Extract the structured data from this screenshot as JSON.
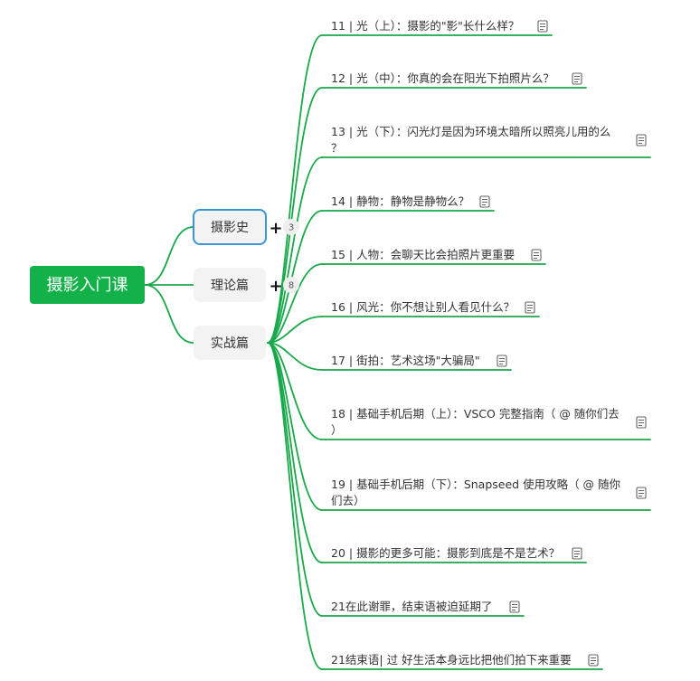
{
  "colors": {
    "branch": "#19a84a",
    "root_bg": "#13b14a",
    "mid_bg": "#f3f3f3",
    "selected_border": "#3b95d6",
    "text": "#333333"
  },
  "root": {
    "label": "摄影入门课"
  },
  "main_topics": [
    {
      "label": "摄影史",
      "collapsed": true,
      "child_count": "3",
      "selected": true
    },
    {
      "label": "理论篇",
      "collapsed": true,
      "child_count": "8",
      "selected": false
    },
    {
      "label": "实战篇",
      "collapsed": false,
      "child_count": "",
      "selected": false
    }
  ],
  "expand_icon": "plus-icon",
  "note_icon": "note-icon",
  "leaves": [
    {
      "lines": [
        "11 | 光（上）：摄影的\"影\"长什么样？"
      ],
      "has_note": true
    },
    {
      "lines": [
        "12 | 光（中）：你真的会在阳光下拍照片么？"
      ],
      "has_note": true
    },
    {
      "lines": [
        "13 | 光（下）：闪光灯是因为环境太暗所以照亮儿用的么",
        "？"
      ],
      "has_note": true
    },
    {
      "lines": [
        "14 | 静物：静物是静物么？"
      ],
      "has_note": true
    },
    {
      "lines": [
        "15 | 人物：会聊天比会拍照片更重要"
      ],
      "has_note": true
    },
    {
      "lines": [
        "16 | 风光：你不想让别人看见什么？"
      ],
      "has_note": true
    },
    {
      "lines": [
        "17 | 街拍：艺术这场\"大骗局\""
      ],
      "has_note": true
    },
    {
      "lines": [
        "18 | 基础手机后期（上）：VSCO 完整指南（ @ 随你们去",
        "）"
      ],
      "has_note": true
    },
    {
      "lines": [
        "19 | 基础手机后期（下）：Snapseed 使用攻略（ @ 随你",
        "们去）"
      ],
      "has_note": true
    },
    {
      "lines": [
        "20 | 摄影的更多可能：摄影到底是不是艺术？"
      ],
      "has_note": true
    },
    {
      "lines": [
        "21在此谢罪，结束语被迫延期了"
      ],
      "has_note": true
    },
    {
      "lines": [
        "21结束语| 过 好生活本身远比把他们拍下来重要"
      ],
      "has_note": true
    }
  ]
}
